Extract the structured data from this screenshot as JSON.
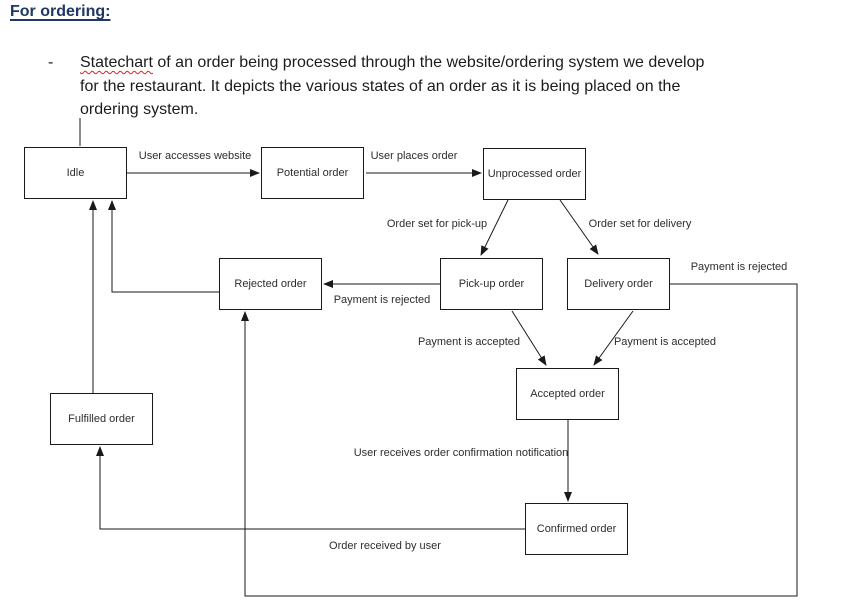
{
  "heading": {
    "text": "For ordering:"
  },
  "paragraph": {
    "bullet": "-",
    "marked_word": "Statechart",
    "line1_rest": " of an order being processed through the website/ordering system we develop",
    "line2": "for the restaurant. It depicts the various states of an order as it is being placed on the",
    "line3": "ordering system."
  },
  "diagram": {
    "nodes": {
      "idle": "Idle",
      "potential": "Potential order",
      "unprocessed": "Unprocessed order",
      "rejected": "Rejected order",
      "pickup": "Pick-up order",
      "delivery": "Delivery order",
      "accepted": "Accepted order",
      "fulfilled": "Fulfilled order",
      "confirmed": "Confirmed order"
    },
    "edges": {
      "user_accesses_website": "User accesses website",
      "user_places_order": "User places order",
      "order_set_for_pickup": "Order set for pick-up",
      "order_set_for_delivery": "Order set for delivery",
      "payment_rejected_pickup": "Payment is rejected",
      "payment_rejected_delivery": "Payment is rejected",
      "payment_accepted_pickup": "Payment is accepted",
      "payment_accepted_delivery": "Payment is accepted",
      "order_confirmation": "User receives order confirmation notification",
      "order_received": "Order received by user"
    }
  },
  "colors": {
    "heading": "#1f3864",
    "stroke": "#1a1a1a",
    "spellcheck_underline": "#e02020"
  }
}
